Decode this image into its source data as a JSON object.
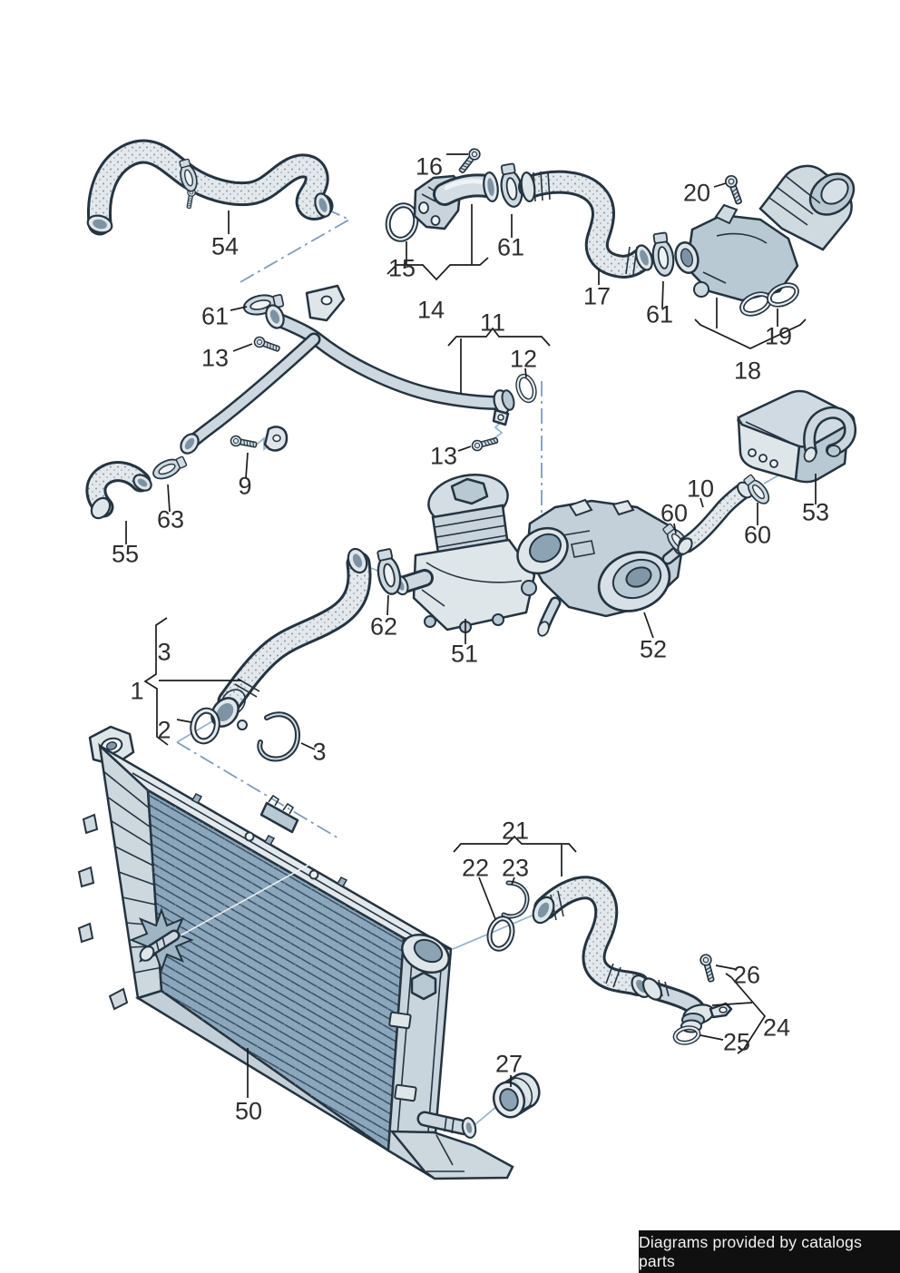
{
  "footer": {
    "text": "Diagrams provided by catalogs parts"
  },
  "diagram": {
    "type": "exploded-parts-diagram",
    "depicts": "engine cooling system: radiator, coolant hoses and pipes, oil cooler, thermostat and filter housings, clamps, seals and screws"
  },
  "labels": {
    "l54": "54",
    "l16": "16",
    "l15": "15",
    "l14": "14",
    "l61a": "61",
    "l17": "17",
    "l61b": "61",
    "l20": "20",
    "l19": "19",
    "l18": "18",
    "l61c": "61",
    "l13a": "13",
    "l11": "11",
    "l12": "12",
    "l13b": "13",
    "l9": "9",
    "l63": "63",
    "l55": "55",
    "l62": "62",
    "l51": "51",
    "l52": "52",
    "l10": "10",
    "l60a": "60",
    "l60b": "60",
    "l53": "53",
    "l3a": "3",
    "l1": "1",
    "l2": "2",
    "l3b": "3",
    "l21": "21",
    "l22": "22",
    "l23": "23",
    "l26": "26",
    "l24": "24",
    "l25": "25",
    "l27": "27",
    "l50": "50"
  },
  "colors": {
    "outline": "#243440",
    "fill_light": "#dfe6ea",
    "fill_mid": "#b9c9d4",
    "fill_dark": "#8ca7ba",
    "construction_blue": "#7e9dbb",
    "label_text": "#2e2e2e",
    "footer_bg": "#101010",
    "footer_text": "#f2f2f2"
  }
}
